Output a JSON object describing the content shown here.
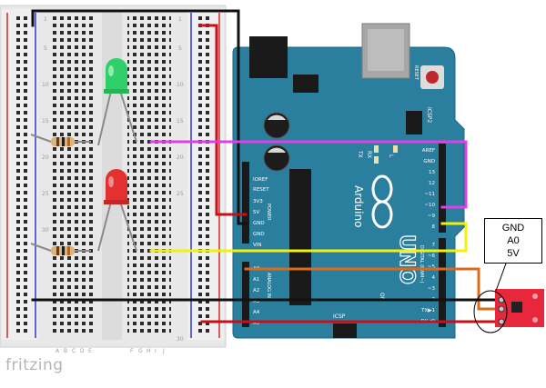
{
  "brand": "fritzing",
  "breadboard": {
    "row_numbers": [
      "1",
      "5",
      "10",
      "15",
      "20",
      "25",
      "30"
    ],
    "col_letters_left": [
      "A",
      "B",
      "C",
      "D",
      "E"
    ],
    "col_letters_right": [
      "F",
      "G",
      "H",
      "I",
      "J"
    ]
  },
  "arduino": {
    "name": "Arduino",
    "model": "UNO",
    "reset_label": "RESET",
    "icsp2_label": "ICSP2",
    "icsp_label": "ICSP",
    "tx_label": "TX",
    "rx_label": "RX",
    "l_label": "L",
    "on_label": "ON",
    "power_label": "POWER",
    "analog_label": "ANALOG IN",
    "digital_label": "DIGITAL (PWM~)",
    "power_pins": [
      "IOREF",
      "RESET",
      "3V3",
      "5V",
      "GND",
      "GND",
      "VIN"
    ],
    "analog_pins": [
      "A0",
      "A1",
      "A2",
      "A3",
      "A4",
      "A5"
    ],
    "digital_pins_top": [
      "AREF",
      "GND",
      "13",
      "12",
      "~11",
      "~10",
      "~9",
      "8"
    ],
    "digital_pins_bottom": [
      "7",
      "~6",
      "~5",
      "4",
      "~3",
      "2",
      "TX▶1",
      "RX◀0"
    ]
  },
  "callout": {
    "lines": [
      "GND",
      "A0",
      "5V"
    ]
  },
  "colors": {
    "board": "#2a7f9e",
    "breadboard": "#e8e8e8",
    "wire_black": "#111111",
    "wire_red": "#c8101a",
    "wire_magenta": "#e23ee6",
    "wire_yellow": "#f4f00a",
    "wire_orange": "#d96b1c",
    "led_green": "#2fcf6a",
    "led_red": "#e4312f",
    "sensor": "#e8263c"
  }
}
